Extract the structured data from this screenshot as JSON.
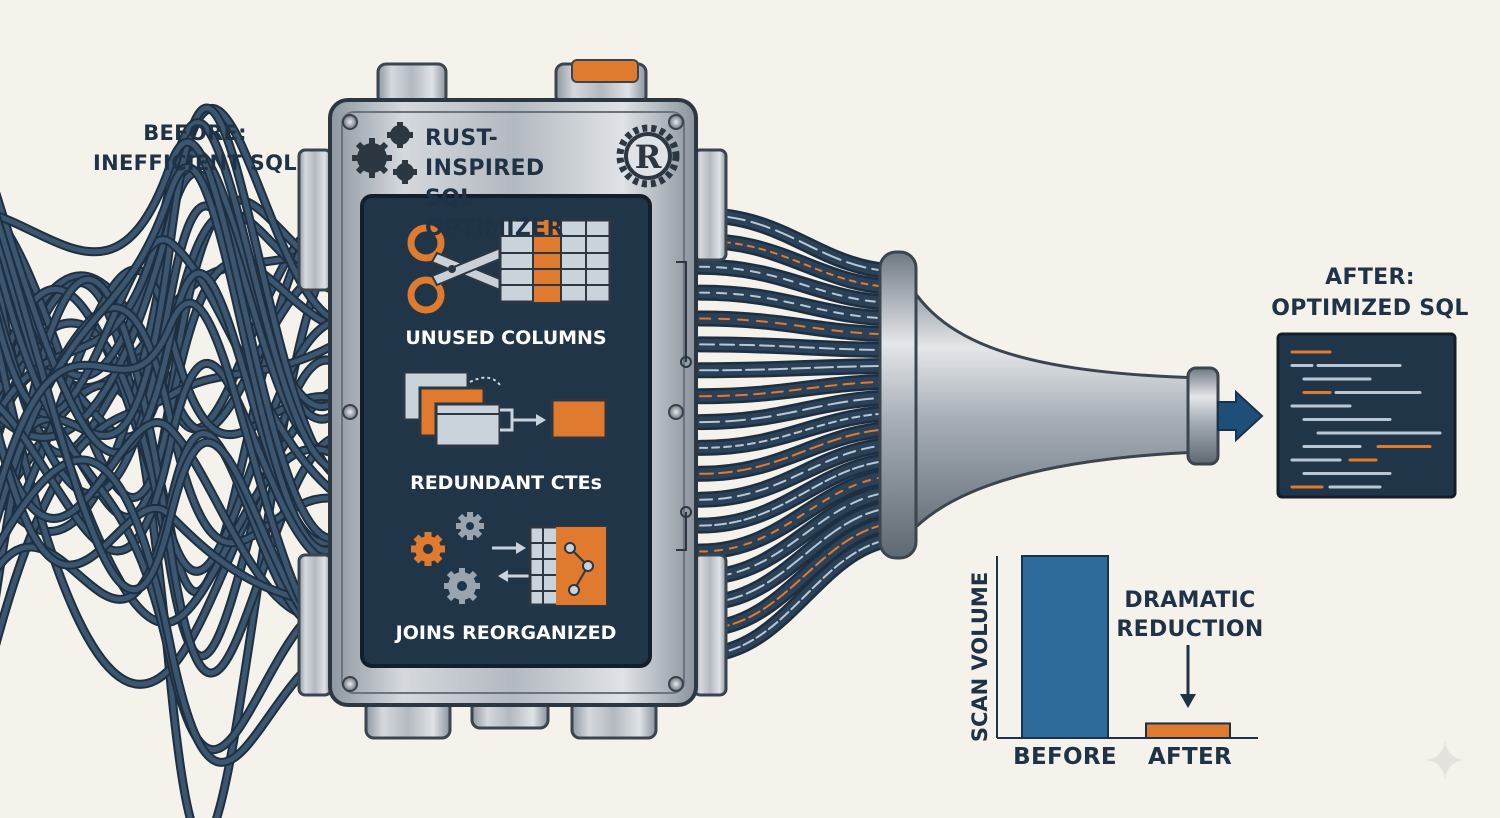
{
  "labels": {
    "before_line1": "BEFORE:",
    "before_line2": "INEFFICIENT SQL",
    "after_line1": "AFTER:",
    "after_line2": "OPTIMIZED SQL",
    "box_title_line1": "RUST-INSPIRED",
    "box_title_line2": "SQL OPTIMIZER",
    "rust_logo_letter": "R"
  },
  "panel": {
    "steps": [
      {
        "caption": "UNUSED COLUMNS",
        "icon": "scissors-icon"
      },
      {
        "caption": "REDUNDANT CTEs",
        "icon": "merge-windows-icon"
      },
      {
        "caption": "JOINS REORGANIZED",
        "icon": "gears-table-icon"
      }
    ]
  },
  "chart_data": {
    "type": "bar",
    "categories": [
      "BEFORE",
      "AFTER"
    ],
    "values": [
      100,
      8
    ],
    "ylabel": "SCAN VOLUME",
    "ylim": [
      0,
      100
    ],
    "annotation": "DRAMATIC REDUCTION"
  },
  "colors": {
    "background": "#f4f2ea",
    "navy": "#1f3246",
    "cable": "#3c5670",
    "accent_orange": "#e07a2e",
    "bar_blue": "#2f6b9a",
    "steel": "#b9bfc6"
  }
}
